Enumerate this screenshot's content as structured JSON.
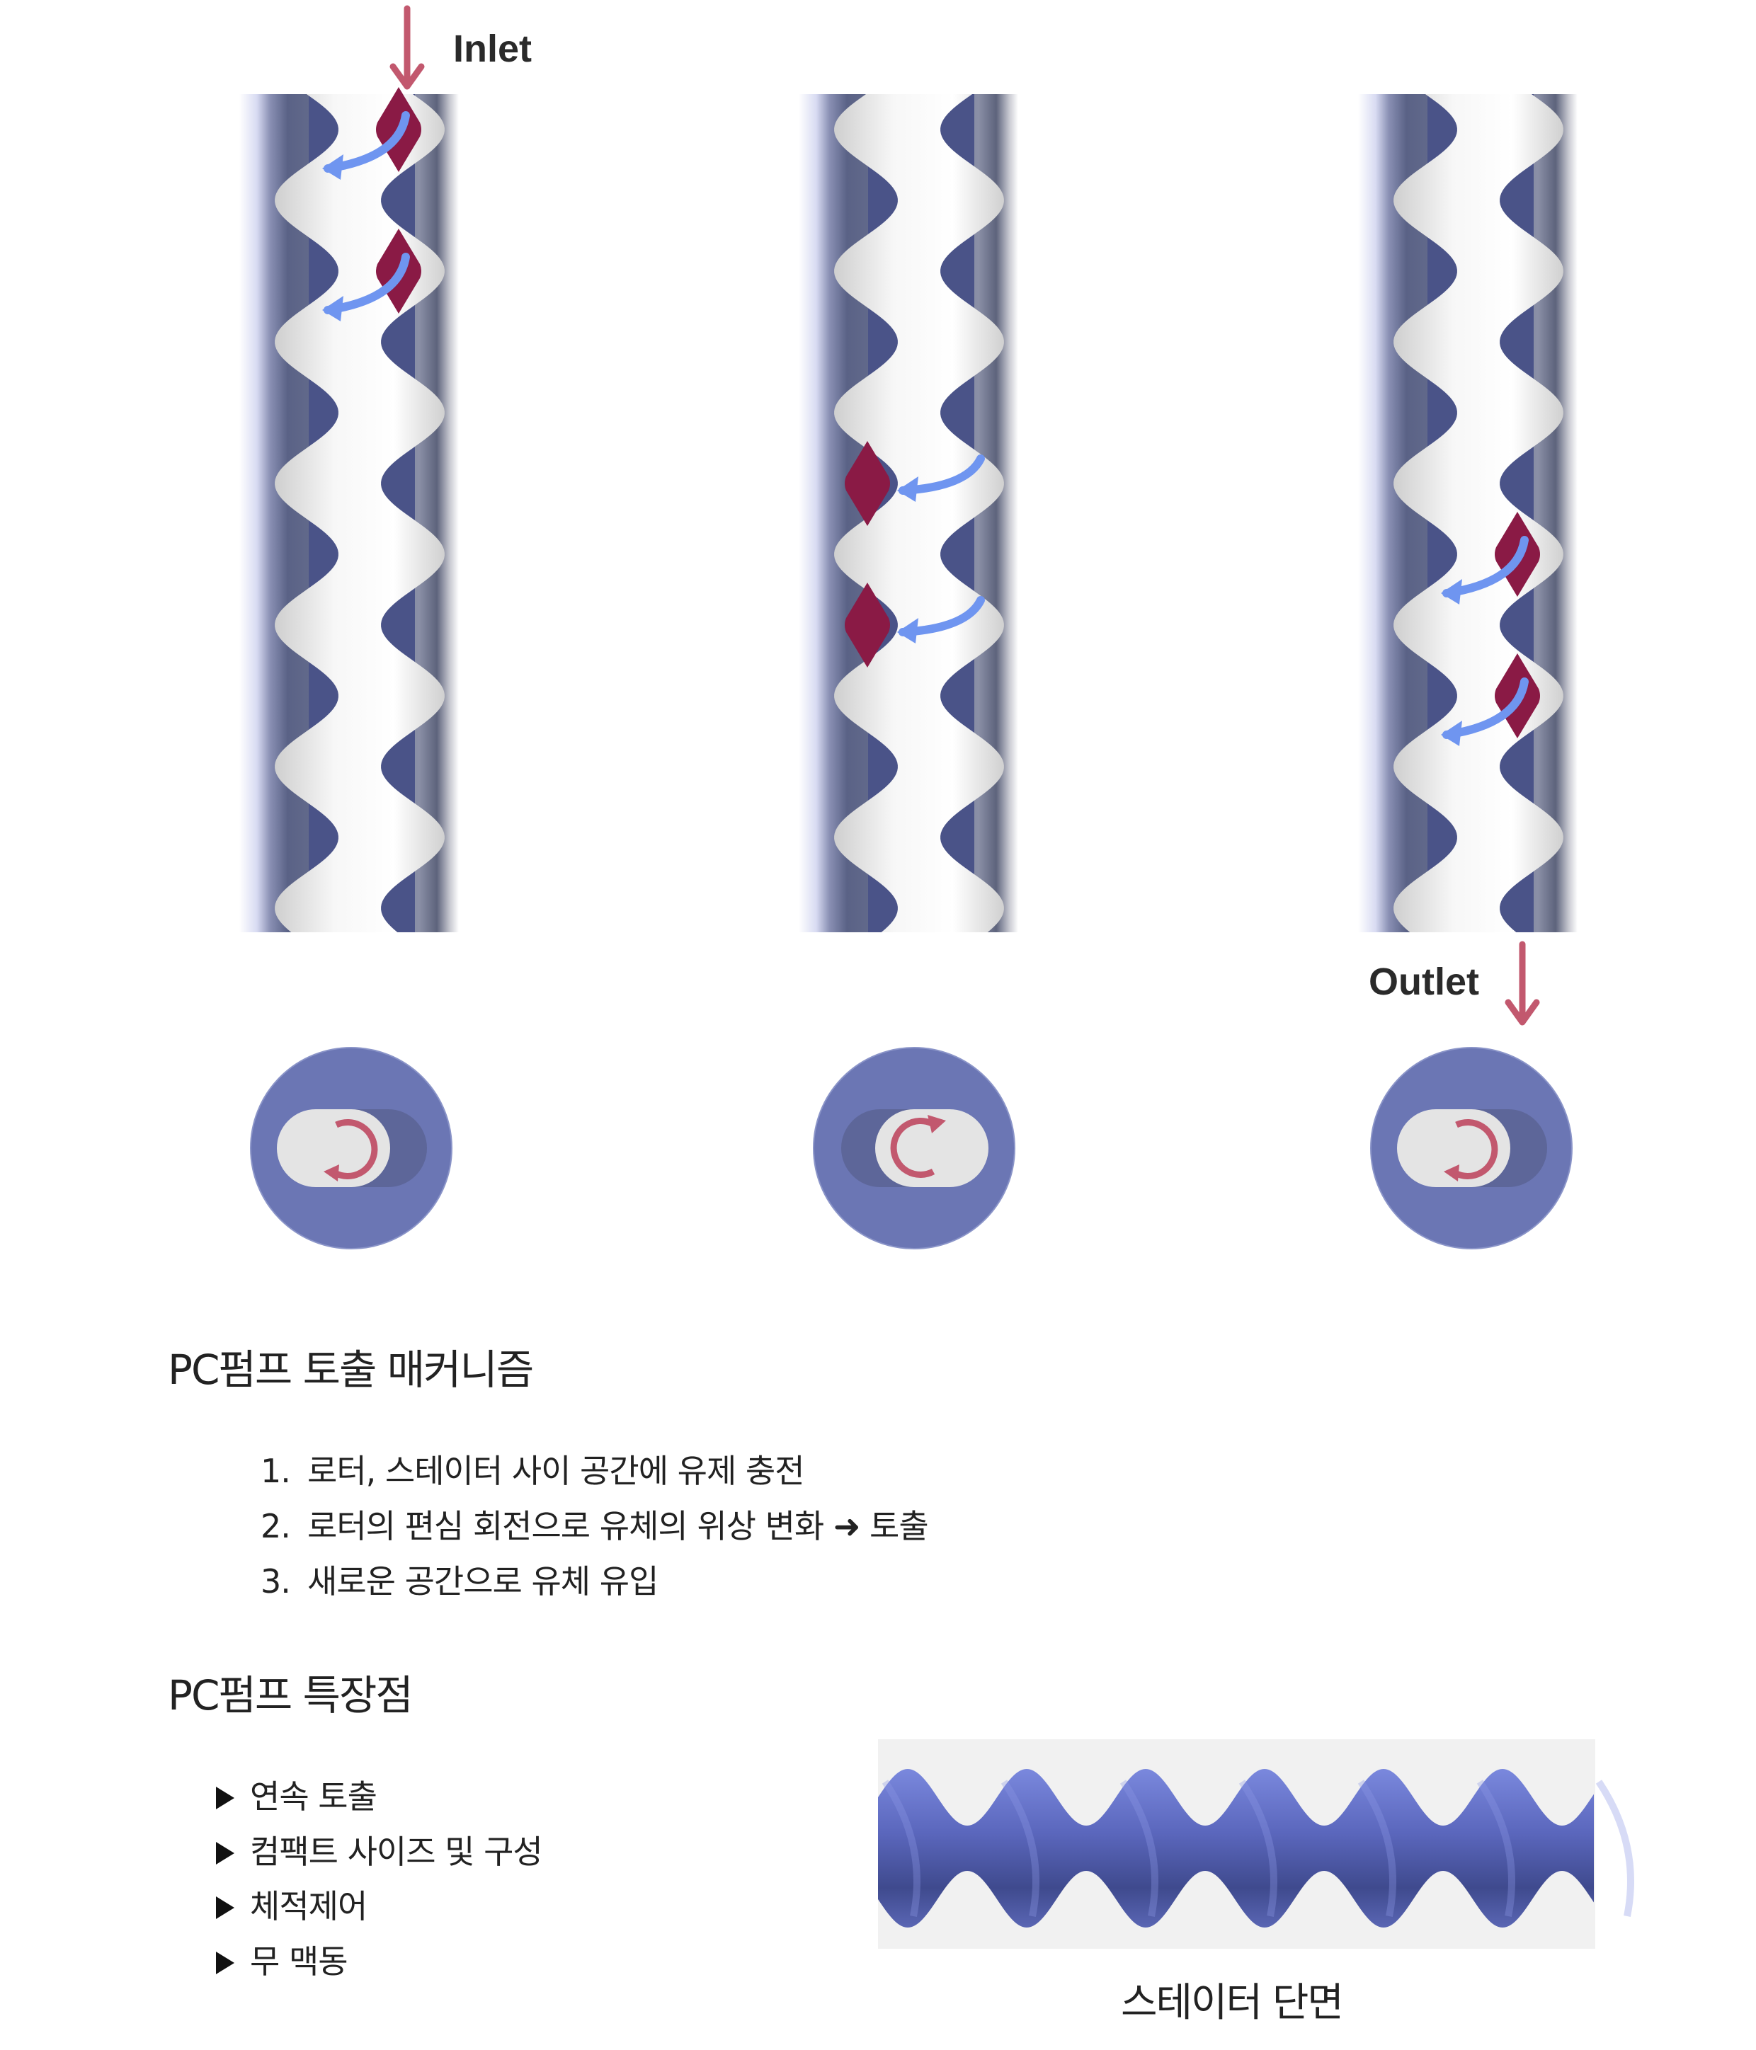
{
  "labels": {
    "inlet": "Inlet",
    "outlet": "Outlet"
  },
  "mechanism": {
    "title": "PC펌프 토출 매커니즘",
    "steps": [
      {
        "num": "1.",
        "text": "로터, 스테이터 사이 공간에 유제 충전"
      },
      {
        "num": "2.",
        "text": "로터의 편심 회전으로 유체의 위상 변화 ➜ 토출"
      },
      {
        "num": "3.",
        "text": "새로운 공간으로 유체 유입"
      }
    ]
  },
  "features": {
    "title": "PC펌프 특장점",
    "items": [
      "연속 토출",
      "컴팩트 사이즈 및 구성",
      "체적제어",
      "무 맥동"
    ]
  },
  "stator_caption": "스테이터 단면",
  "colors": {
    "cavity": "#8a1a45",
    "channel": "#4a5388",
    "rotor": "#f2f2f2",
    "arrow": "#c2586e",
    "flow": "#6f95f0",
    "section": "#6b76b4"
  }
}
